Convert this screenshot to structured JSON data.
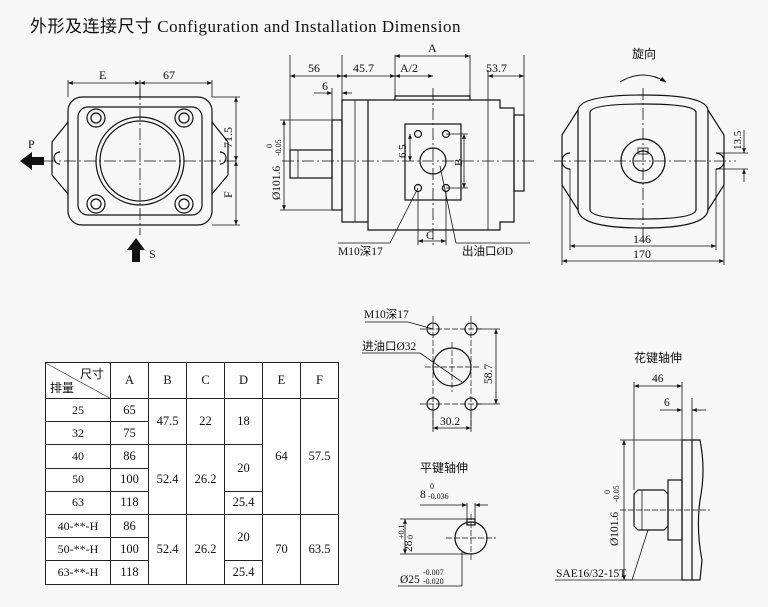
{
  "title": "外形及连接尺寸 Configuration and Installation Dimension",
  "front_view": {
    "dim_e": "E",
    "dim_67": "67",
    "dim_71_5": "71.5",
    "dim_f": "F",
    "port_p": "P",
    "port_s": "S"
  },
  "side_view": {
    "dim_a": "A",
    "dim_56": "56",
    "dim_45_7": "45.7",
    "dim_a_half": "A/2",
    "dim_53_7": "53.7",
    "dim_6": "6",
    "dim_6_5": "6.5",
    "dim_b": "B",
    "dim_c": "C",
    "shaft_dia": "Ø101.6",
    "shaft_tol_upper": "0",
    "shaft_tol_lower": "-0.05",
    "thread_label": "M10深17",
    "outlet_label": "出油口ØD"
  },
  "rear_view": {
    "rotation_label": "旋向",
    "dim_13_5": "13.5",
    "dim_146": "146",
    "dim_170": "170"
  },
  "inlet_detail": {
    "thread_label": "M10深17",
    "inlet_label": "进油口Ø32",
    "dim_58_7": "58.7",
    "dim_30_2": "30.2"
  },
  "flat_key": {
    "title": "平键轴伸",
    "key_width": "8",
    "key_tol_upper": "0",
    "key_tol_lower": "-0.036",
    "height": "28",
    "height_tol_upper": "+0.1",
    "height_tol_lower": "0",
    "shaft_dia": "Ø25",
    "shaft_tol_upper": "-0.007",
    "shaft_tol_lower": "-0.020"
  },
  "spline": {
    "title": "花键轴伸",
    "dim_46": "46",
    "dim_6": "6",
    "pilot_dia": "Ø101.6",
    "pilot_tol_upper": "0",
    "pilot_tol_lower": "-0.05",
    "spline_spec": "SAE16/32-15T"
  },
  "table": {
    "corner_top": "尺寸",
    "corner_bottom": "排量",
    "headers": [
      "A",
      "B",
      "C",
      "D",
      "E",
      "F"
    ],
    "rows_a": [
      {
        "disp": "25",
        "A": "65"
      },
      {
        "disp": "32",
        "A": "75"
      },
      {
        "disp": "40",
        "A": "86"
      },
      {
        "disp": "50",
        "A": "100"
      },
      {
        "disp": "63",
        "A": "118"
      },
      {
        "disp": "40-**-H",
        "A": "86"
      },
      {
        "disp": "50-**-H",
        "A": "100"
      },
      {
        "disp": "63-**-H",
        "A": "118"
      }
    ],
    "merged": {
      "b1": "47.5",
      "c1": "22",
      "d1": "18",
      "b2": "52.4",
      "c2": "26.2",
      "d2": "20",
      "d3": "25.4",
      "e1": "64",
      "f1": "57.5",
      "b3": "52.4",
      "c3": "26.2",
      "d4": "20",
      "d5": "25.4",
      "e2": "70",
      "f2": "63.5"
    }
  }
}
